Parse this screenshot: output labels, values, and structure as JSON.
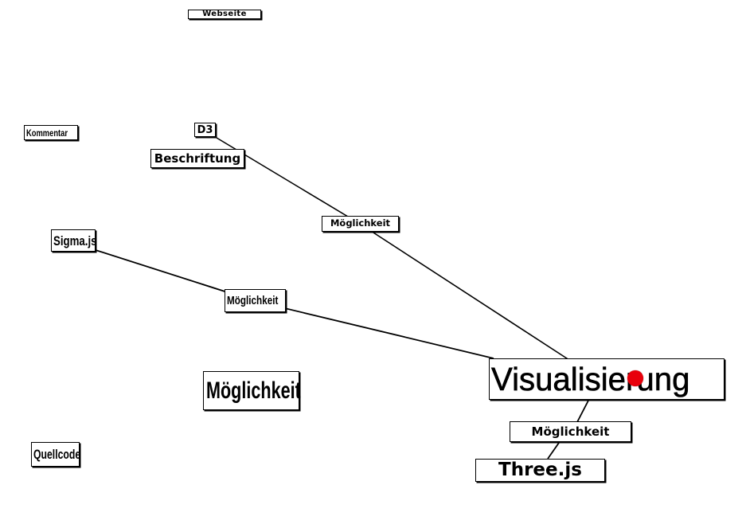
{
  "graph": {
    "nodes": [
      {
        "id": "webseite",
        "label": "Webseite"
      },
      {
        "id": "d3",
        "label": "D3"
      },
      {
        "id": "kommentar",
        "label": "Kommentar"
      },
      {
        "id": "beschriftung",
        "label": "Beschriftung"
      },
      {
        "id": "moeglichkeit-1",
        "label": "Möglichkeit"
      },
      {
        "id": "sigma",
        "label": "Sigma.js"
      },
      {
        "id": "moeglichkeit-2",
        "label": "Möglichkeit"
      },
      {
        "id": "moeglichkeit-3",
        "label": "Möglichkeit"
      },
      {
        "id": "visualisierung",
        "label": "Visualisierung"
      },
      {
        "id": "moeglichkeit-4",
        "label": "Möglichkeit"
      },
      {
        "id": "quellcode",
        "label": "Quellcode"
      },
      {
        "id": "threejs",
        "label": "Three.js"
      }
    ],
    "edges": [
      {
        "from": "d3",
        "to": "moeglichkeit-1"
      },
      {
        "from": "moeglichkeit-1",
        "to": "visualisierung"
      },
      {
        "from": "sigma",
        "to": "moeglichkeit-2"
      },
      {
        "from": "moeglichkeit-2",
        "to": "visualisierung"
      },
      {
        "from": "visualisierung",
        "to": "moeglichkeit-4"
      },
      {
        "from": "moeglichkeit-4",
        "to": "threejs"
      }
    ],
    "edge_color": "#000000",
    "node_border_color": "#000000",
    "cursor_color": "#e8000b"
  }
}
